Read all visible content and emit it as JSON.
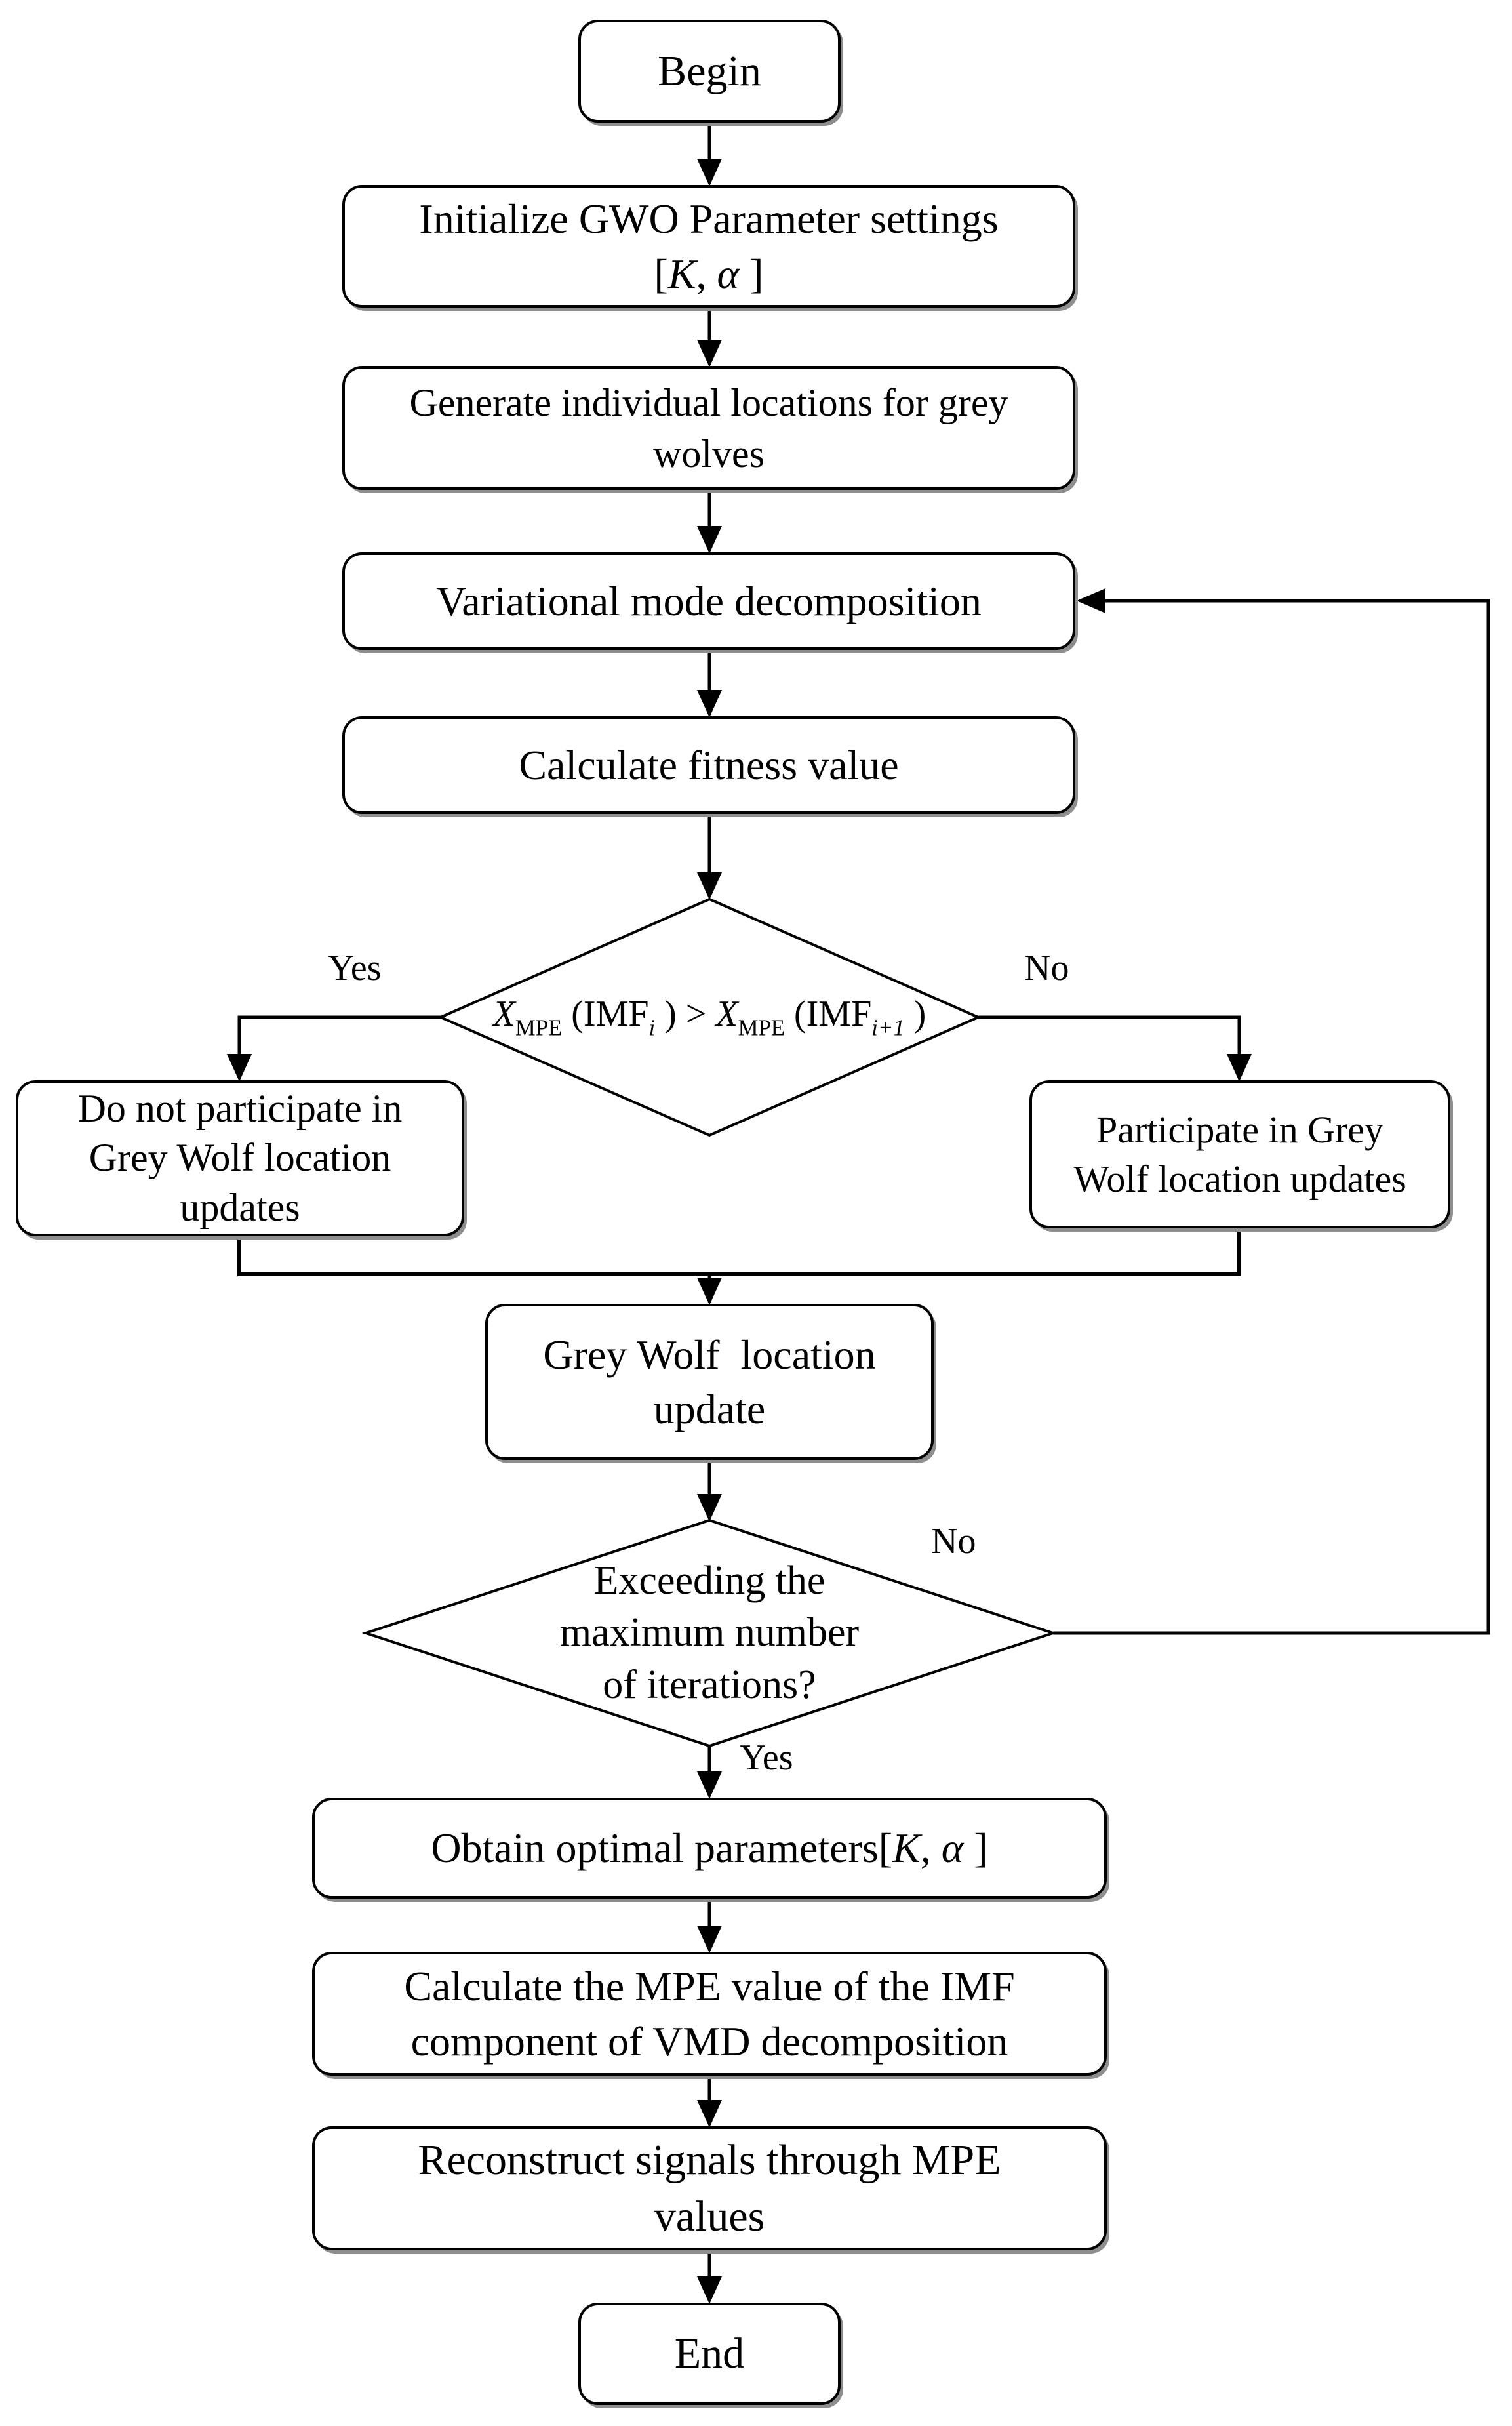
{
  "colors": {
    "background": "#ffffff",
    "line": "#000000",
    "box_border": "#000000",
    "box_fill": "#ffffff",
    "box_shadow": "#8e8e8e",
    "text": "#000000"
  },
  "nodes": {
    "begin": {
      "label": "Begin"
    },
    "init": {
      "line1": "Initialize GWO Parameter settings",
      "line2_parts": [
        {
          "t": "["
        },
        {
          "t": "K"
        },
        {
          "t": ", "
        },
        {
          "t": "α"
        },
        {
          "t": " ]"
        }
      ]
    },
    "generate": {
      "line1": "Generate individual locations for grey",
      "line2": "wolves"
    },
    "vmd": {
      "label": "Variational mode decomposition"
    },
    "fitness": {
      "label": "Calculate fitness value"
    },
    "decision1": {
      "parts": [
        {
          "t": "X"
        },
        {
          "t": "MPE"
        },
        {
          "t": " (IMF"
        },
        {
          "t": "i"
        },
        {
          "t": " ) > "
        },
        {
          "t": "X"
        },
        {
          "t": "MPE"
        },
        {
          "t": " (IMF"
        },
        {
          "t": "i+1"
        },
        {
          "t": " )"
        }
      ]
    },
    "no_participate": {
      "line1": "Do not participate in",
      "line2": "Grey Wolf location",
      "line3": "updates"
    },
    "participate": {
      "line1": "Participate in Grey",
      "line2": "Wolf location updates"
    },
    "gw_update": {
      "line1": "Grey Wolf  location",
      "line2": "update"
    },
    "decision2": {
      "line1": "Exceeding the",
      "line2": "maximum number",
      "line3": "of iterations?"
    },
    "obtain": {
      "parts": [
        {
          "t": "Obtain optimal parameters["
        },
        {
          "t": "K"
        },
        {
          "t": ", "
        },
        {
          "t": "α"
        },
        {
          "t": " ]"
        }
      ]
    },
    "mpe_calc": {
      "line1": "Calculate the MPE value of the IMF",
      "line2": "component of VMD decomposition"
    },
    "reconstruct": {
      "line1": "Reconstruct signals through MPE",
      "line2": "values"
    },
    "end": {
      "label": "End"
    }
  },
  "edge_labels": {
    "decision1_yes": "Yes",
    "decision1_no": "No",
    "decision2_no": "No",
    "decision2_yes": "Yes"
  }
}
